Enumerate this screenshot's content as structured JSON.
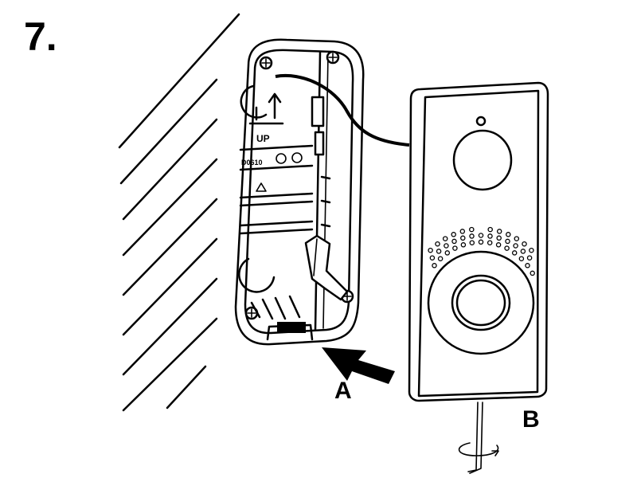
{
  "step_number": "7.",
  "mounting_plate": {
    "orientation_text": "UP",
    "part_code": "D0610"
  },
  "labels": {
    "push_direction": "A",
    "screw_tool": "B"
  },
  "icons": [
    "wall-hatch-icon",
    "push-arrow-icon",
    "rotate-arrow-icon",
    "up-arrow-icon",
    "warning-triangle-icon",
    "screwdriver-icon"
  ]
}
